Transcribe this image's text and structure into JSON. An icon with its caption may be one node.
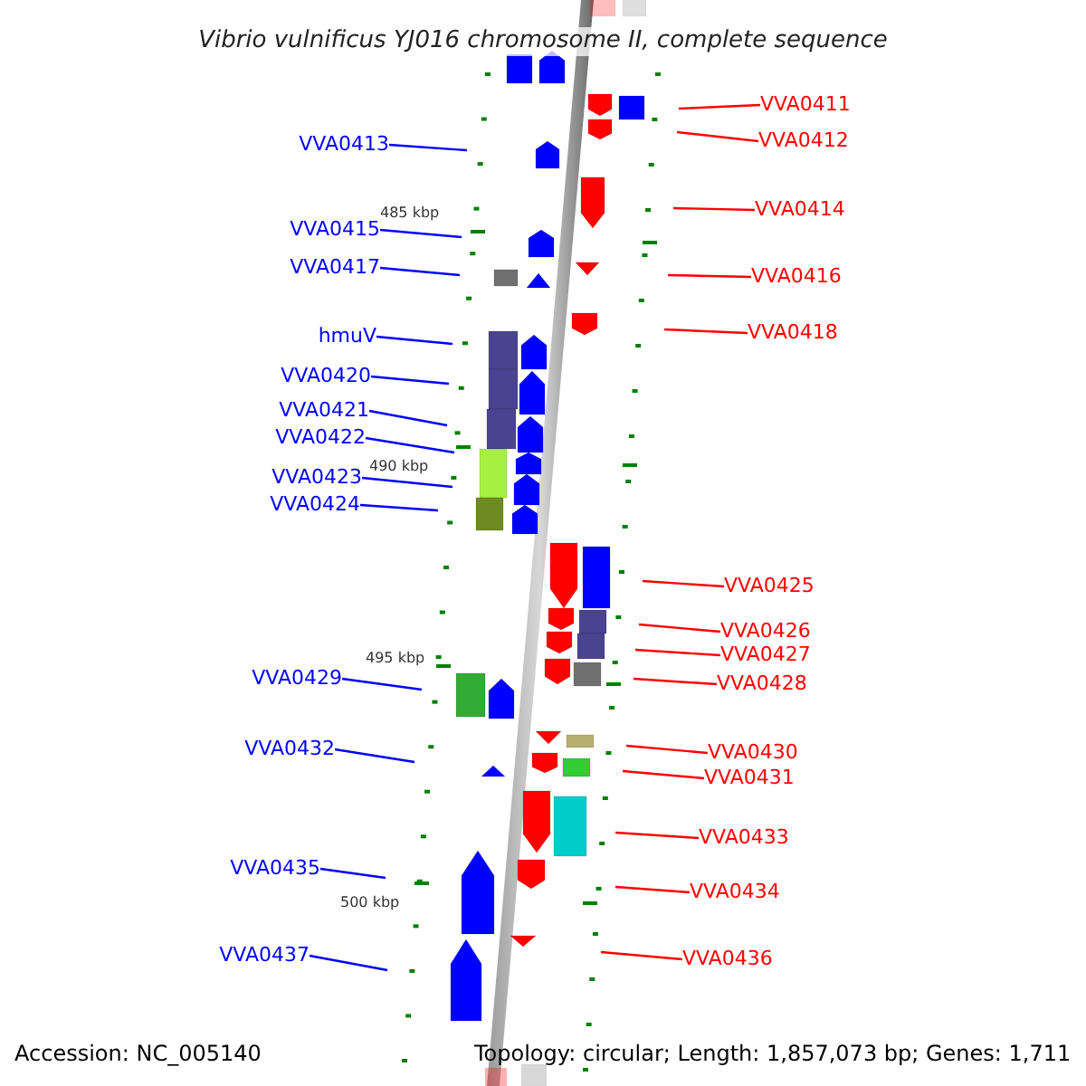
{
  "diagram": {
    "title": "Vibrio vulnificus YJ016 chromosome II, complete sequence",
    "nodes": [
      {
        "text": [
          "VVA0411"
        ]
      },
      {
        "text": [
          "VVA0413"
        ]
      },
      {
        "text": [
          "VVA0412"
        ]
      },
      {
        "text": [
          "VVA0414"
        ]
      },
      {
        "text": [
          "VVA0415"
        ]
      },
      {
        "text": [
          "VVA0417"
        ]
      },
      {
        "text": [
          "VVA0416"
        ]
      },
      {
        "text": [
          "VVA0418"
        ]
      },
      {
        "text": [
          "hmuV"
        ]
      },
      {
        "text": [
          "VVA0420"
        ]
      },
      {
        "text": [
          "VVA0421"
        ]
      },
      {
        "text": [
          "VVA0422"
        ]
      },
      {
        "text": [
          "VVA0423"
        ]
      },
      {
        "text": [
          "VVA0424"
        ]
      },
      {
        "text": [
          "VVA0425"
        ]
      },
      {
        "text": [
          "VVA0426"
        ]
      },
      {
        "text": [
          "VVA0427"
        ]
      },
      {
        "text": [
          "VVA0429"
        ]
      },
      {
        "text": [
          "VVA0428"
        ]
      },
      {
        "text": [
          "VVA0432"
        ]
      },
      {
        "text": [
          "VVA0430"
        ]
      },
      {
        "text": [
          "VVA0431"
        ]
      },
      {
        "text": [
          "VVA0433"
        ]
      },
      {
        "text": [
          "VVA0435"
        ]
      },
      {
        "text": [
          "VVA0434"
        ]
      },
      {
        "text": [
          "VVA0437"
        ]
      },
      {
        "text": [
          "VVA0436"
        ]
      }
    ],
    "edges": [
      {
        "from": 0,
        "to": null,
        "arrow": "none"
      },
      {
        "from": 1,
        "to": null,
        "arrow": "none",
        "color": "#0000ff"
      },
      {
        "from": 2,
        "to": null,
        "arrow": "none"
      },
      {
        "from": 3,
        "to": null,
        "arrow": "none"
      },
      {
        "from": 4,
        "to": null,
        "arrow": "none",
        "color": "#0000ff"
      },
      {
        "from": 5,
        "to": null,
        "arrow": "none",
        "color": "#0000ff"
      },
      {
        "from": 6,
        "to": null,
        "arrow": "none"
      },
      {
        "from": 7,
        "to": null,
        "arrow": "none"
      },
      {
        "from": 8,
        "to": null,
        "arrow": "none",
        "color": "#0000ff"
      },
      {
        "from": 9,
        "to": null,
        "arrow": "none",
        "color": "#0000ff"
      },
      {
        "from": 10,
        "to": null,
        "arrow": "none",
        "color": "#0000ff"
      },
      {
        "from": 11,
        "to": null,
        "arrow": "none",
        "color": "#0000ff"
      },
      {
        "from": 12,
        "to": null,
        "arrow": "none",
        "color": "#0000ff"
      },
      {
        "from": 13,
        "to": null,
        "arrow": "none",
        "color": "#0000ff"
      },
      {
        "from": 14,
        "to": null,
        "arrow": "none"
      },
      {
        "from": 15,
        "to": null,
        "arrow": "none"
      },
      {
        "from": 16,
        "to": null,
        "arrow": "none"
      },
      {
        "from": 17,
        "to": null,
        "arrow": "none",
        "color": "#0000ff"
      },
      {
        "from": 18,
        "to": null,
        "arrow": "none"
      },
      {
        "from": 19,
        "to": null,
        "arrow": "none",
        "color": "#0000ff"
      },
      {
        "from": 20,
        "to": null,
        "arrow": "none"
      },
      {
        "from": 21,
        "to": null,
        "arrow": "none"
      },
      {
        "from": 22,
        "to": null,
        "arrow": "none"
      },
      {
        "from": 23,
        "to": null,
        "arrow": "none",
        "color": "#0000ff"
      },
      {
        "from": 24,
        "to": null,
        "arrow": "none"
      },
      {
        "from": 25,
        "to": null,
        "arrow": "none",
        "color": "#0000ff"
      },
      {
        "from": 26,
        "to": null,
        "arrow": "none"
      }
    ],
    "labels": [
      "485 kbp",
      "490 kbp",
      "495 kbp",
      "500 kbp",
      "Accession: NC_005140",
      "Topology: circular; Length: 1,857,073 bp; Genes: 1,711"
    ]
  }
}
